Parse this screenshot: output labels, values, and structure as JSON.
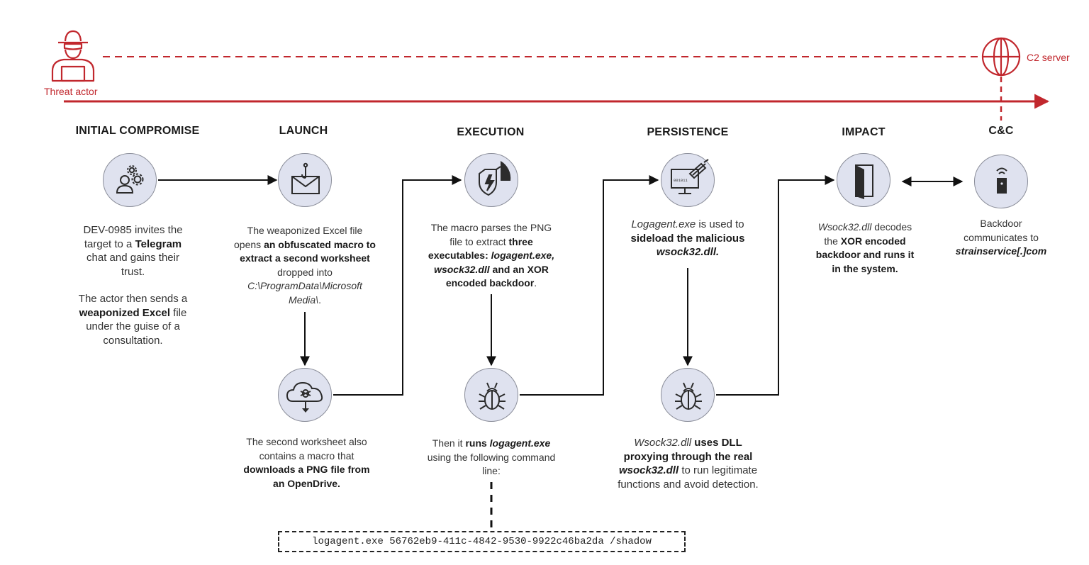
{
  "actor": {
    "label": "Threat actor"
  },
  "c2": {
    "label": "C2 server"
  },
  "colors": {
    "accent": "#c1272d",
    "node_fill": "#dfe2ef",
    "node_stroke": "#8a8d99",
    "text": "#333333"
  },
  "stages": [
    {
      "title": "INITIAL COMPROMISE"
    },
    {
      "title": "LAUNCH"
    },
    {
      "title": "EXECUTION"
    },
    {
      "title": "PERSISTENCE"
    },
    {
      "title": "IMPACT"
    },
    {
      "title": "C&C"
    }
  ],
  "nodes": [
    {
      "id": "initial",
      "icon": "user-gears-icon"
    },
    {
      "id": "launch",
      "icon": "phishing-email-icon"
    },
    {
      "id": "download",
      "icon": "cloud-download-bug-icon"
    },
    {
      "id": "execution",
      "icon": "shield-bolt-icon"
    },
    {
      "id": "exec-bug",
      "icon": "bug-icon"
    },
    {
      "id": "persistence",
      "icon": "monitor-syringe-icon"
    },
    {
      "id": "persist-bug",
      "icon": "bug-icon"
    },
    {
      "id": "impact",
      "icon": "open-door-icon"
    },
    {
      "id": "cc",
      "icon": "wireless-device-icon"
    }
  ],
  "descriptions": {
    "initial_1": [
      {
        "t": "DEV-0985 invites the target to a "
      },
      {
        "t": "Telegram",
        "s": "b"
      },
      {
        "t": " chat and gains their trust."
      }
    ],
    "initial_2": [
      {
        "t": "The actor then sends a "
      },
      {
        "t": "weaponized Excel",
        "s": "b"
      },
      {
        "t": " file under the guise of a consultation."
      }
    ],
    "launch": [
      {
        "t": "The weaponized Excel file opens "
      },
      {
        "t": "an obfuscated macro to extract a second worksheet",
        "s": "b"
      },
      {
        "t": " dropped into "
      },
      {
        "t": "C:\\ProgramData\\Microsoft Media\\",
        "s": "i"
      },
      {
        "t": "."
      }
    ],
    "download": [
      {
        "t": "The second worksheet also contains a macro that "
      },
      {
        "t": "downloads a PNG file from an OpenDrive.",
        "s": "b"
      }
    ],
    "execution": [
      {
        "t": "The macro parses the PNG file to extract "
      },
      {
        "t": "three executables: ",
        "s": "b"
      },
      {
        "t": "logagent.exe, wsock32.dll",
        "s": "bi"
      },
      {
        "t": " and an XOR encoded backdoor",
        "s": "b"
      },
      {
        "t": "."
      }
    ],
    "exec_run": [
      {
        "t": "Then it "
      },
      {
        "t": "runs ",
        "s": "b"
      },
      {
        "t": "logagent.exe",
        "s": "bi"
      },
      {
        "t": " using the following command line:"
      }
    ],
    "persistence": [
      {
        "t": "Logagent.exe",
        "s": "i"
      },
      {
        "t": " is used to "
      },
      {
        "t": "sideload the malicious ",
        "s": "b"
      },
      {
        "t": "wsock32.dll.",
        "s": "bi"
      }
    ],
    "persist_proxy": [
      {
        "t": "Wsock32.dll",
        "s": "i"
      },
      {
        "t": " uses DLL proxying through the real ",
        "s": "b"
      },
      {
        "t": "wsock32.dll",
        "s": "bi"
      },
      {
        "t": " to run legitimate functions and avoid detection."
      }
    ],
    "impact": [
      {
        "t": "Wsock32.dll",
        "s": "i"
      },
      {
        "t": " decodes the "
      },
      {
        "t": "XOR encoded",
        "s": "b"
      },
      {
        "t": " backdoor and runs it in the system.",
        "s": "b"
      }
    ],
    "cc": [
      {
        "t": "Backdoor communicates to "
      },
      {
        "t": "strainservice[.]com",
        "s": "bi"
      }
    ]
  },
  "command_line": "logagent.exe 56762eb9-411c-4842-9530-9922c46ba2da /shadow"
}
